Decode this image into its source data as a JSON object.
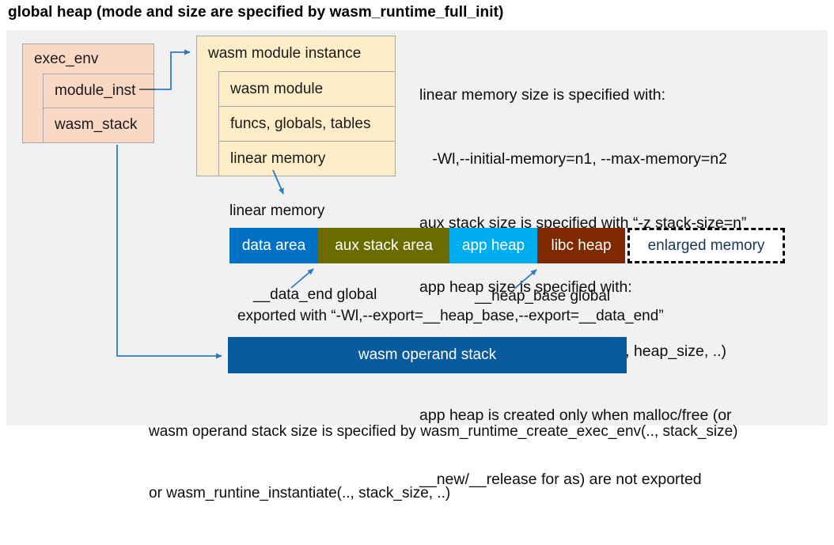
{
  "title": "global heap (mode and size are specified by wasm_runtime_full_init)",
  "exec_env": {
    "label": "exec_env",
    "rows": [
      "module_inst",
      "wasm_stack"
    ]
  },
  "module_instance": {
    "label": "wasm module instance",
    "rows": [
      "wasm module",
      "funcs, globals, tables",
      "linear memory"
    ]
  },
  "notes_right": {
    "lines": [
      "linear memory size is specified with:",
      "   -Wl,--initial-memory=n1, --max-memory=n2",
      "aux stack size is specified with “-z stack-size=n”",
      "app heap size is specified with:",
      "   wasm_runtime_instantiate(.., heap_size, ..)",
      "app heap is created only when malloc/free (or",
      "__new/__release for as) are not exported"
    ]
  },
  "linear_memory": {
    "label": "linear memory",
    "segments": [
      {
        "label": "data area",
        "color": "#0071c5"
      },
      {
        "label": "aux stack area",
        "color": "#6a6c00"
      },
      {
        "label": "app heap",
        "color": "#00aeef"
      },
      {
        "label": "libc heap",
        "color": "#7f2900"
      },
      {
        "label": "enlarged memory",
        "color": "#ffffff",
        "border": "dashed"
      }
    ]
  },
  "annotations": {
    "data_end": "__data_end global",
    "heap_base": "__heap_base global",
    "exported": "exported with “-Wl,--export=__heap_base,--export=__data_end”"
  },
  "operand_stack": {
    "label": "wasm operand stack"
  },
  "notes_bottom": {
    "lines": [
      "wasm operand stack size is specified by wasm_runtime_create_exec_env(.., stack_size)",
      "or wasm_runtine_instantiate(.., stack_size, ..)"
    ]
  },
  "colors": {
    "panel_bg": "#f1f1f2",
    "exec_env_fill": "#fbd8c4",
    "module_instance_fill": "#fdeec7",
    "box_border": "#a6a6a6",
    "arrow_blue": "#2e78c8",
    "operand_stack_fill": "#0a5a9e",
    "enlarged_memory_text": "#17365d"
  }
}
